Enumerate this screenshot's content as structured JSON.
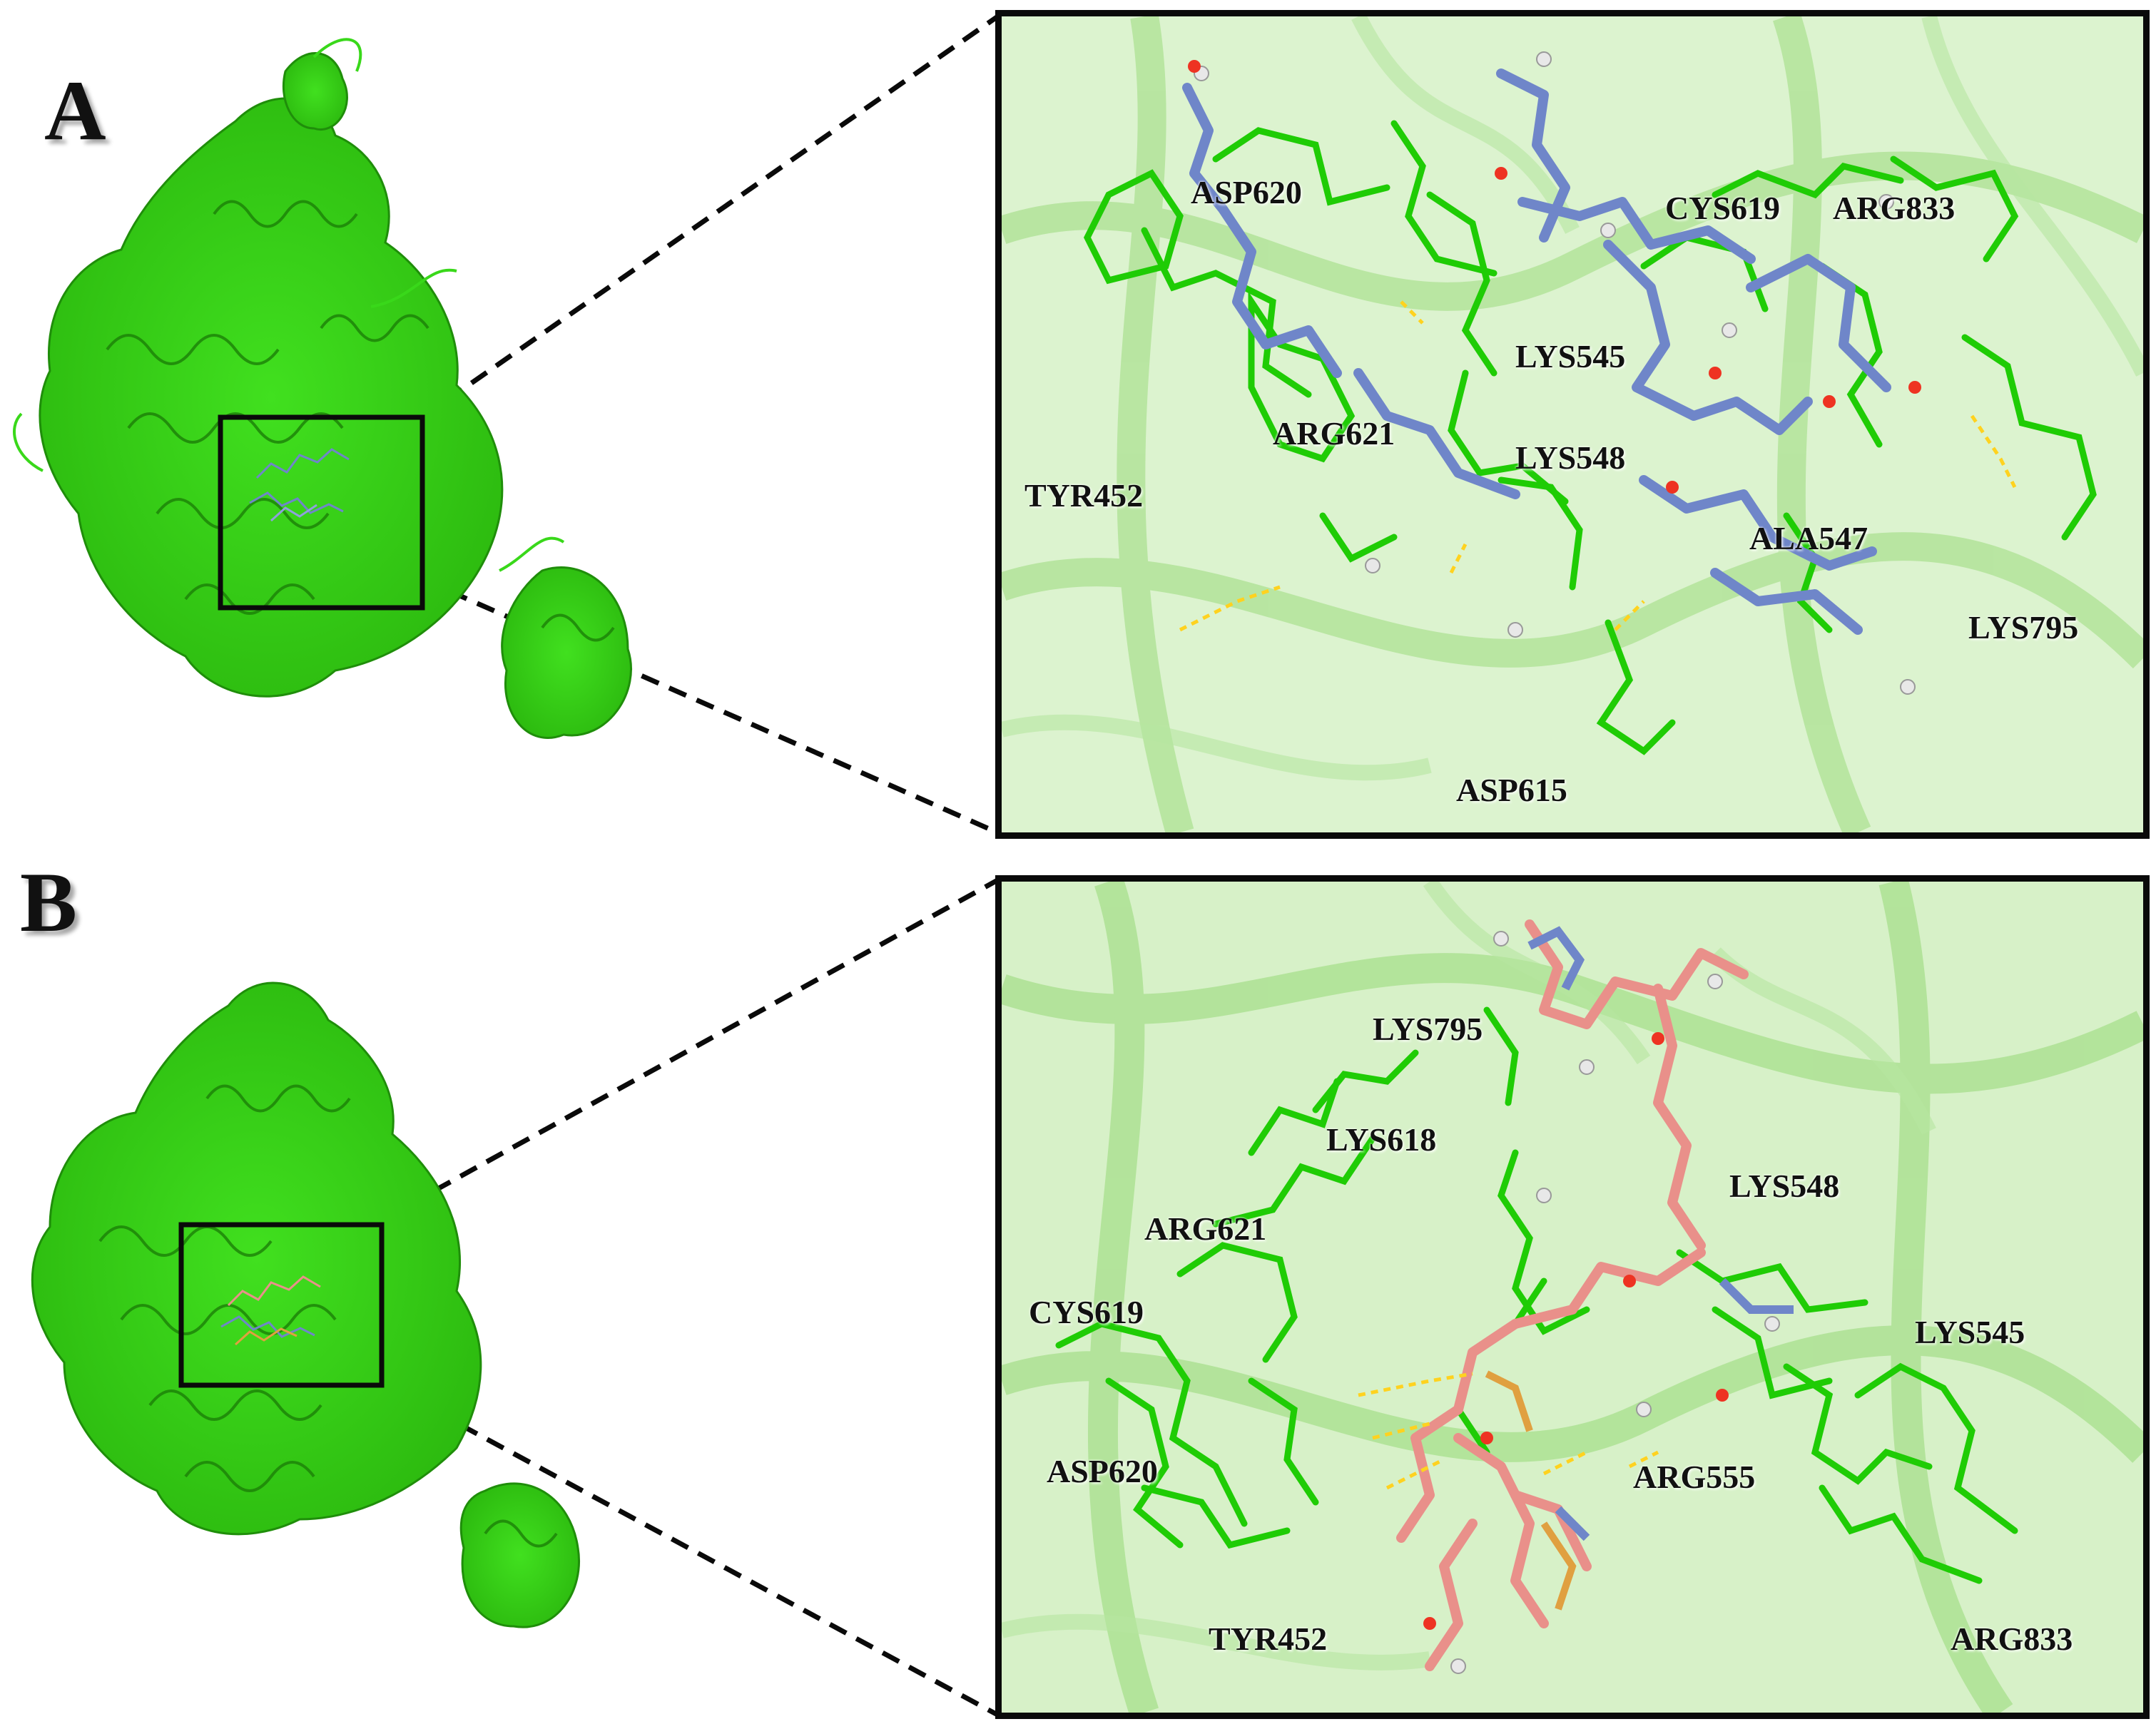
{
  "panels": [
    {
      "letter": "A",
      "labels": [
        "ASP620",
        "CYS619",
        "ARG833",
        "LYS545",
        "ARG621",
        "TYR452",
        "LYS548",
        "ALA547",
        "LYS795",
        "ASP615"
      ],
      "colors": {
        "ligand": "#6f86c9",
        "ribbon": "#39d81a"
      }
    },
    {
      "letter": "B",
      "labels": [
        "LYS795",
        "LYS618",
        "LYS548",
        "ARG621",
        "CYS619",
        "LYS545",
        "ASP620",
        "ARG555",
        "TYR452",
        "ARG833"
      ],
      "colors": {
        "ligand": "#e9908a",
        "ribbon": "#39d81a"
      }
    }
  ]
}
